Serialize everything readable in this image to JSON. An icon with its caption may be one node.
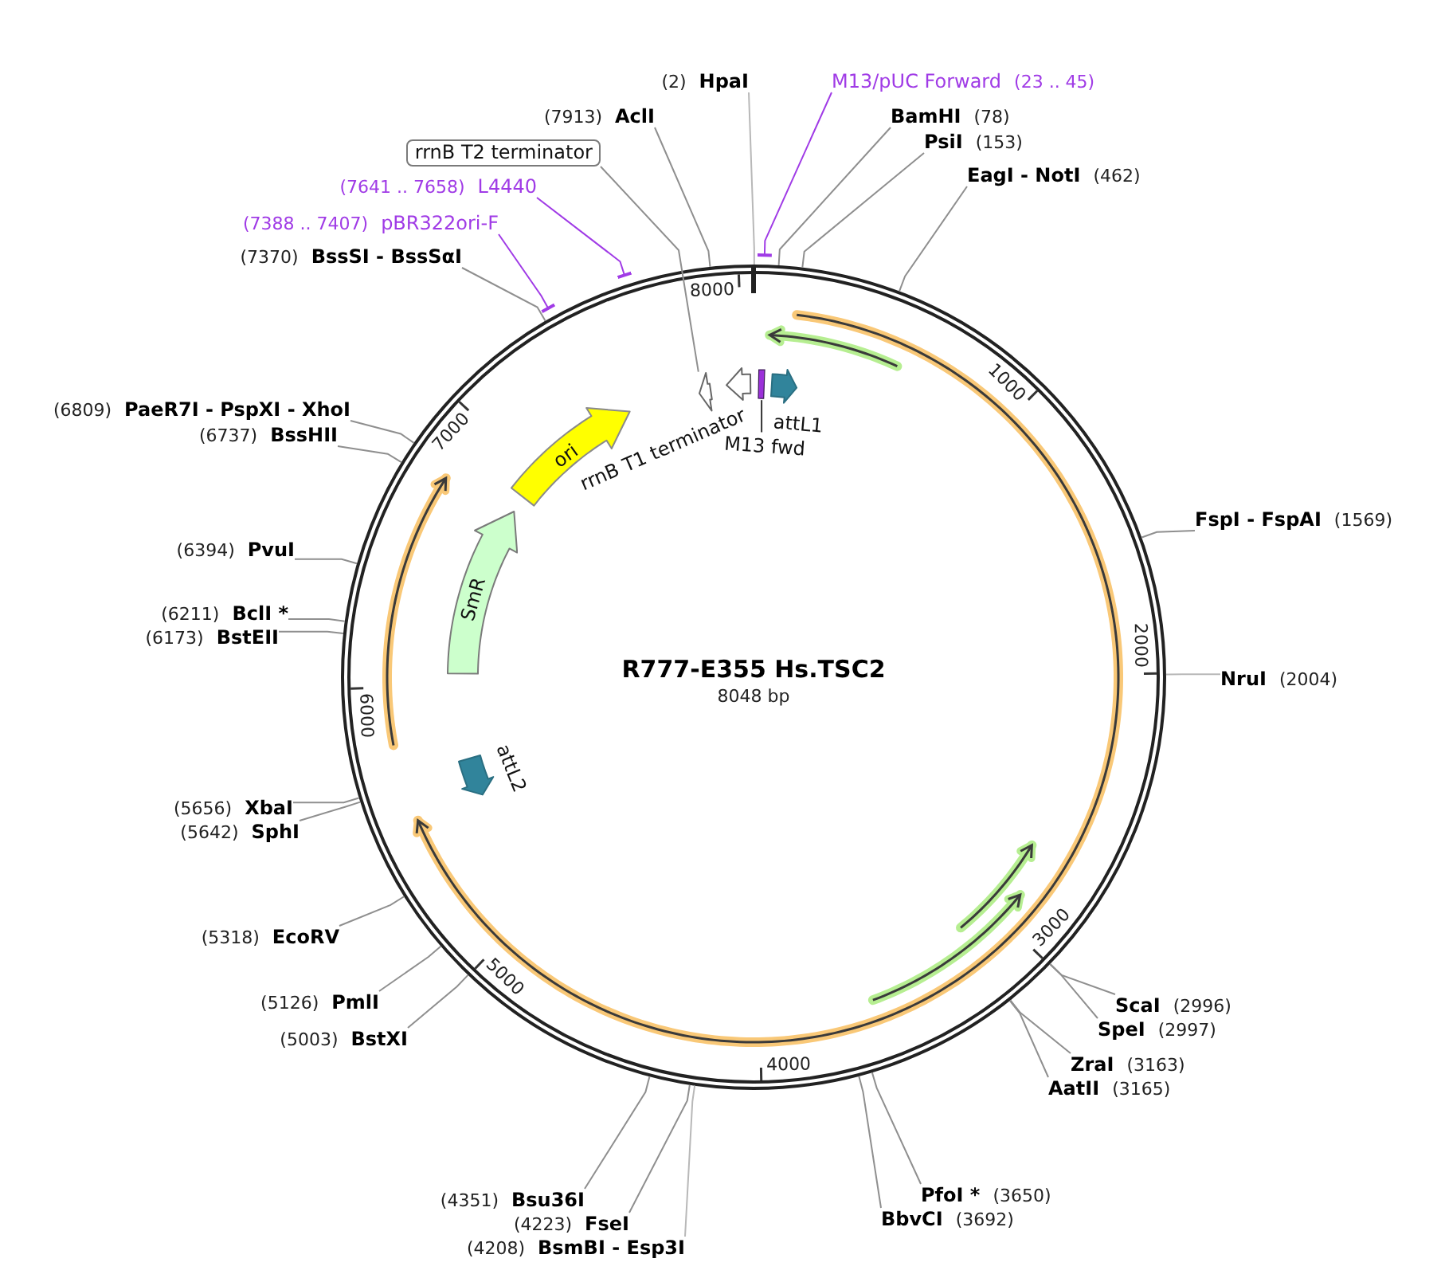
{
  "diagram": {
    "nodes": [
      {
        "text": [
          "(2)",
          "HpaI"
        ]
      },
      {
        "text": [
          "M13/pUC Forward",
          "(23 .. 45)"
        ]
      },
      {
        "text": [
          "(7913)",
          "AclI"
        ]
      },
      {
        "text": [
          "BamHI",
          "(78)"
        ]
      },
      {
        "text": [
          "PsiI",
          "(153)"
        ]
      },
      {
        "text": [
          "rrnB T2 terminator"
        ]
      },
      {
        "text": [
          "EagI - NotI",
          "(462)"
        ]
      },
      {
        "text": [
          "(7641 .. 7658)",
          "L4440"
        ]
      },
      {
        "text": [
          "(7388 .. 7407)",
          "pBR322ori-F"
        ]
      },
      {
        "text": [
          "(7370)",
          "BssSI - BssSαI"
        ]
      },
      {
        "text": [
          "R777-E355 Hs.TSC2",
          "8048 bp"
        ]
      },
      {
        "text": [],
        "shape": "arrow",
        "in": 10
      },
      {
        "text": [],
        "shape": "arrow",
        "in": 10,
        "beside": [
          "rrnB T1 terminator"
        ]
      },
      {
        "text": [],
        "shape": "bar",
        "in": 10
      },
      {
        "text": [
          "attL1"
        ],
        "in": 10
      },
      {
        "text": [
          "(6809)",
          "PaeR7I - PspXI - XhoI"
        ]
      },
      {
        "text": [
          "(6737)",
          "BssHII"
        ]
      },
      {
        "text": [
          "ori"
        ],
        "in": 10
      },
      {
        "text": [
          "M13 fwd"
        ],
        "in": 10
      },
      {
        "text": [
          "FspI - FspAI",
          "(1569)"
        ]
      },
      {
        "text": [
          "SmR"
        ],
        "in": 10
      },
      {
        "text": [
          "(6394)",
          "PvuI"
        ]
      },
      {
        "text": [
          "(6211)",
          "BclI *"
        ]
      },
      {
        "text": [
          "(6173)",
          "BstEII"
        ]
      },
      {
        "text": [
          "NruI",
          "(2004)"
        ]
      },
      {
        "text": [],
        "shape": "arrow",
        "in": 10,
        "beside": [
          "attL2"
        ]
      },
      {
        "text": [
          "(5656)",
          "XbaI"
        ]
      },
      {
        "text": [
          "(5642)",
          "SphI"
        ]
      },
      {
        "text": [
          "(5318)",
          "EcoRV"
        ]
      },
      {
        "text": [
          "(5126)",
          "PmlI"
        ]
      },
      {
        "text": [
          "ScaI",
          "(2996)"
        ]
      },
      {
        "text": [
          "SpeI",
          "(2997)"
        ]
      },
      {
        "text": [
          "(5003)",
          "BstXI"
        ]
      },
      {
        "text": [
          "ZraI",
          "(3163)"
        ]
      },
      {
        "text": [
          "AatII",
          "(3165)"
        ]
      },
      {
        "text": [
          "PfoI *",
          "(3650)"
        ]
      },
      {
        "text": [
          "(4351)",
          "Bsu36I"
        ]
      },
      {
        "text": [
          "BbvCI",
          "(3692)"
        ]
      },
      {
        "text": [
          "(4223)",
          "FseI"
        ]
      },
      {
        "text": [
          "(4208)",
          "BsmBI - Esp3I"
        ]
      }
    ],
    "edges": [
      {
        "from": 0,
        "to": 10,
        "arrow": "none",
        "color": "#b8b8b8"
      },
      {
        "from": 1,
        "to": 10,
        "arrow": "other",
        "color": "#a03be6"
      },
      {
        "from": 2,
        "to": 10,
        "arrow": "none"
      },
      {
        "from": 3,
        "to": 10,
        "arrow": "none"
      },
      {
        "from": 4,
        "to": 10,
        "arrow": "none"
      },
      {
        "from": 5,
        "to": 11,
        "arrow": "none"
      },
      {
        "from": 6,
        "to": 10,
        "arrow": "none"
      },
      {
        "from": 7,
        "to": 10,
        "arrow": "other",
        "color": "#a03be6"
      },
      {
        "from": 8,
        "to": 10,
        "arrow": "other",
        "color": "#a03be6"
      },
      {
        "from": 9,
        "to": 10,
        "arrow": "none"
      },
      {
        "from": 15,
        "to": 10,
        "arrow": "none"
      },
      {
        "from": 16,
        "to": 10,
        "arrow": "none"
      },
      {
        "from": 18,
        "to": 13,
        "arrow": "none",
        "color": "#333333"
      },
      {
        "from": 19,
        "to": 10,
        "arrow": "none"
      },
      {
        "from": 21,
        "to": 10,
        "arrow": "none"
      },
      {
        "from": 22,
        "to": 10,
        "arrow": "none"
      },
      {
        "from": 23,
        "to": 10,
        "arrow": "none"
      },
      {
        "from": 24,
        "to": 10,
        "arrow": "none",
        "color": "#b8b8b8"
      },
      {
        "from": 26,
        "to": 10,
        "arrow": "none"
      },
      {
        "from": 27,
        "to": 10,
        "arrow": "none"
      },
      {
        "from": 28,
        "to": 10,
        "arrow": "none"
      },
      {
        "from": 29,
        "to": 10,
        "arrow": "none"
      },
      {
        "from": 30,
        "to": 10,
        "arrow": "none"
      },
      {
        "from": 31,
        "to": 10,
        "arrow": "none"
      },
      {
        "from": 32,
        "to": 10,
        "arrow": "none"
      },
      {
        "from": 33,
        "to": 10,
        "arrow": "none"
      },
      {
        "from": 34,
        "to": 10,
        "arrow": "none"
      },
      {
        "from": 35,
        "to": 10,
        "arrow": "none"
      },
      {
        "from": 36,
        "to": 10,
        "arrow": "none"
      },
      {
        "from": 37,
        "to": 10,
        "arrow": "none"
      },
      {
        "from": 38,
        "to": 10,
        "arrow": "none"
      },
      {
        "from": 39,
        "to": 10,
        "arrow": "none",
        "color": "#b8b8b8"
      }
    ],
    "labels": [
      "8000",
      "1000",
      "7000",
      "2000",
      "6000",
      "3000",
      "5000",
      "4000"
    ]
  }
}
